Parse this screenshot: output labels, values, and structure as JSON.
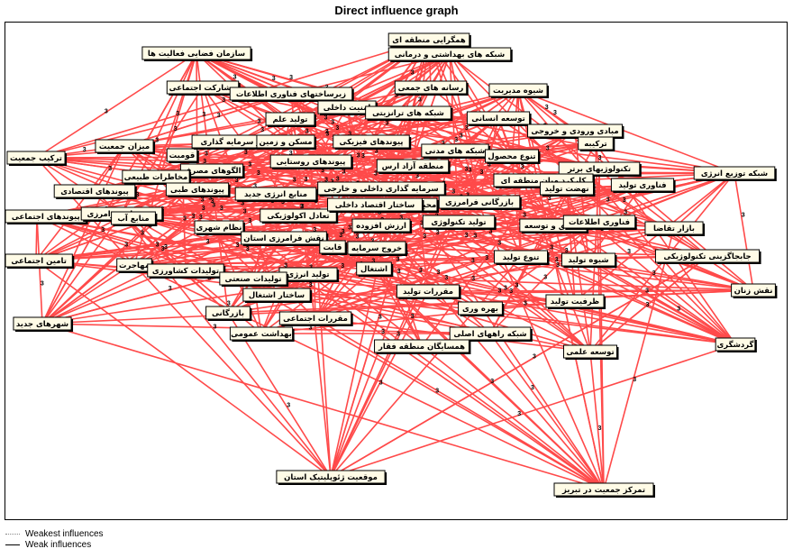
{
  "title": "Direct influence graph",
  "edge_color": "#ff4a4a",
  "node_fill": "#fffbe6",
  "edge_weight_label": "3",
  "nodes": [
    "سازمان فضایی فعالیت ها",
    "همگرایی منطقه ای",
    "شبکه های بهداشتی و درمانی",
    "مشارکت اجتماعی",
    "زیرساختهای فناوری اطلاعات",
    "رسانه های جمعی",
    "شیوه مدیریت",
    "امنیت داخلی",
    "شبکه های ترانزیتی",
    "توسعه انسانی",
    "تولید علم",
    "مبادی ورودی و خروجی",
    "ترکیبه",
    "میزان جمعیت",
    "ترکیب جمعیت",
    "قومیت",
    "بازار سرمایه گذاری",
    "مسکن و زمین",
    "پیوندهای فیزیکی",
    "شبکه های مدنی",
    "تنوع محصول",
    "الگوهای مصرف",
    "پیوندهای روستایی",
    "منطقه آزاد ارس",
    "تکنولوژیهای برتر",
    "شبکه توزیع انرژی",
    "مخاطرات طبیعی",
    "کارکرد میان منطقه ای",
    "فناوری تولید",
    "پیوندهای اقتصادی",
    "پیوندهای طبی",
    "منابع انرژی جدید",
    "سرمایه گذاری داخلی و خارجی",
    "نهضت تولید",
    "بازرگانی فرامرزی",
    "پیوندهای اجتماعی",
    "پیوندهای فرامرزی",
    "منابع آب",
    "تعادل اکولوژیکی",
    "محیط زیست",
    "ساختار اقتصاد داخلی",
    "تحقیق و توسعه",
    "فناوری اطلاعات",
    "بازار تقاضا",
    "نظام شهری",
    "نقش فرامرزی استان",
    "ارزش افزوده",
    "تولید تکنولوژی",
    "قابت",
    "تنوع تولید",
    "شیوه تولید",
    "تامین اجتماعی",
    "جابجاگزینی تکنولوژیکی",
    "خروج سرمایه",
    "مهاجرت",
    "تولیدات کشاورزی",
    "تولید انرژی",
    "اشتغال",
    "تولیدات صنعتی",
    "ظرفیت تولید",
    "نقش زنان",
    "مقررات تولید",
    "ساختار اشتغال",
    "بهره وری",
    "شهرهای جدید",
    "بازرگانی",
    "مقررات اجتماعی",
    "شبکه راههای اصلی",
    "بهداشت عمومی",
    "همسایگان منطقه فقار",
    "گردشگری",
    "توسعه علمی",
    "موقعیت ژئوپلیتیک استان",
    "تمرکز جمعیت در تبریز"
  ],
  "legend": [
    {
      "label": "Weakest influences",
      "style": "dotted"
    },
    {
      "label": "Weak influences",
      "style": "solid"
    }
  ]
}
